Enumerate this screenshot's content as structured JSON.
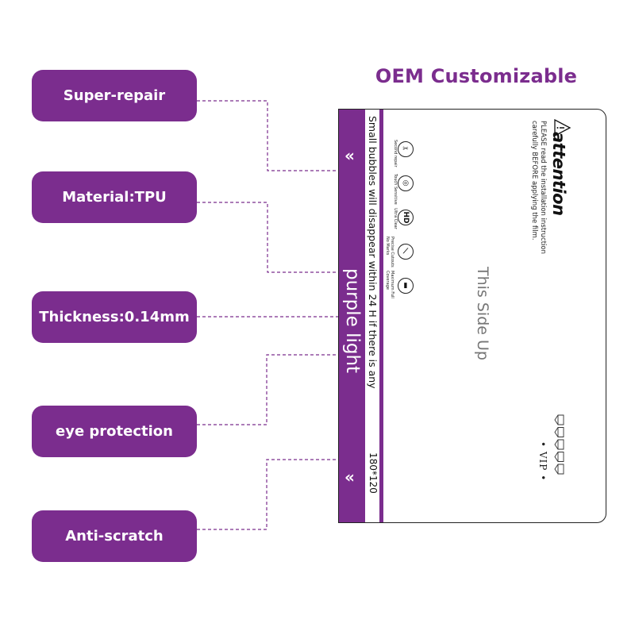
{
  "title": "OEM Customizable",
  "features": [
    {
      "label": "Super-repair"
    },
    {
      "label": "Material:TPU"
    },
    {
      "label": "Thickness:0.14mm"
    },
    {
      "label": "eye protection"
    },
    {
      "label": "Anti-scratch"
    }
  ],
  "package": {
    "side_text": "Small bubbles will disappear within 24 H if there is any",
    "band_text": "purple light",
    "size_text": "180*120",
    "chevron": "«",
    "icons": [
      {
        "name": "second-repair-icon",
        "glyph": "✂",
        "label": "Second repair"
      },
      {
        "name": "touch-sensitive-icon",
        "glyph": "◎",
        "label": "Touch Sensitive"
      },
      {
        "name": "hd-icon",
        "glyph": "HD",
        "label": "Ultra Clear"
      },
      {
        "name": "precise-cutouts-icon",
        "glyph": "⟋",
        "label": "Precise Cutouts No Marks"
      },
      {
        "name": "full-coverage-icon",
        "glyph": "▮",
        "label": "Maximum Full Coverage"
      }
    ],
    "attention": "attention",
    "instruction_line1": "PLEASE read the installation instruction",
    "instruction_line2": "carefully BEFORE applying the film.",
    "side_up": "This Side Up",
    "vip": "• VIP •",
    "diamond_count": 5
  },
  "colors": {
    "brand": "#7B2D8E"
  }
}
